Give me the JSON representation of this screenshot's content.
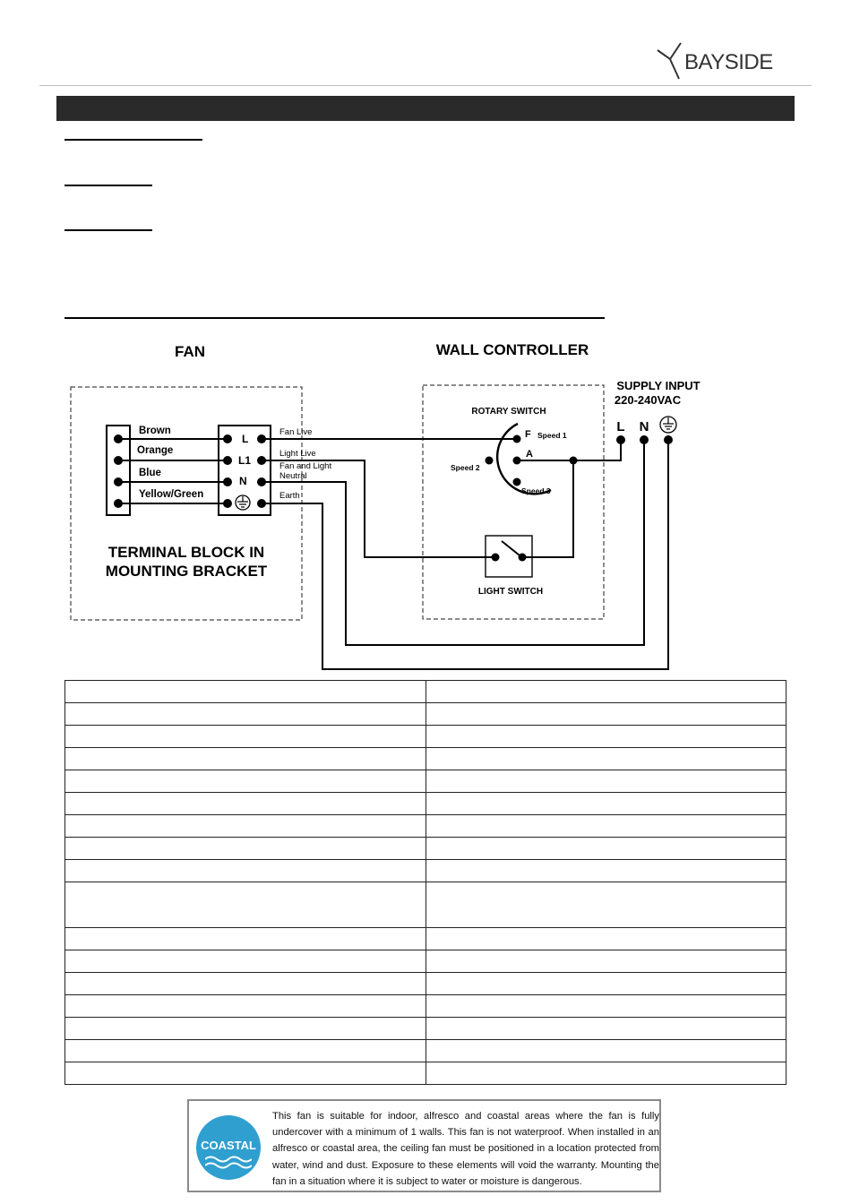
{
  "brand": {
    "name": "BAYSIDE"
  },
  "diagram": {
    "fan_title": "FAN",
    "controller_title": "WALL CONTROLLER",
    "supply_line1": "SUPPLY  INPUT",
    "supply_line2": "220-240VAC",
    "supply_terminals": [
      "L",
      "N"
    ],
    "wires": [
      "Brown",
      "Orange",
      "Blue",
      "Yellow/Green"
    ],
    "block_terminals": [
      "L",
      "L1",
      "N"
    ],
    "connections": [
      "Fan Live",
      "Light Live",
      "Fan and Light",
      "Neutral",
      "Earth"
    ],
    "terminal_block_label_1": "TERMINAL BLOCK IN",
    "terminal_block_label_2": "MOUNTING BRACKET",
    "rotary_switch": "ROTARY SWITCH",
    "rotary_f": "F",
    "speed1": "Speed 1",
    "speed2": "Speed 2",
    "speed3": "Speed 3",
    "rotary_a": "A",
    "light_switch": "LIGHT SWITCH"
  },
  "coastal": {
    "badge": "COASTAL",
    "text": "This fan is suitable for indoor, alfresco and coastal areas where the fan is fully undercover with a minimum of 1 walls. This fan is not waterproof. When installed in an alfresco or coastal area, the ceiling fan must be positioned in a location protected from water, wind and dust. Exposure to these elements will void the warranty. Mounting the fan in a situation where it is subject to water or moisture is dangerous."
  }
}
